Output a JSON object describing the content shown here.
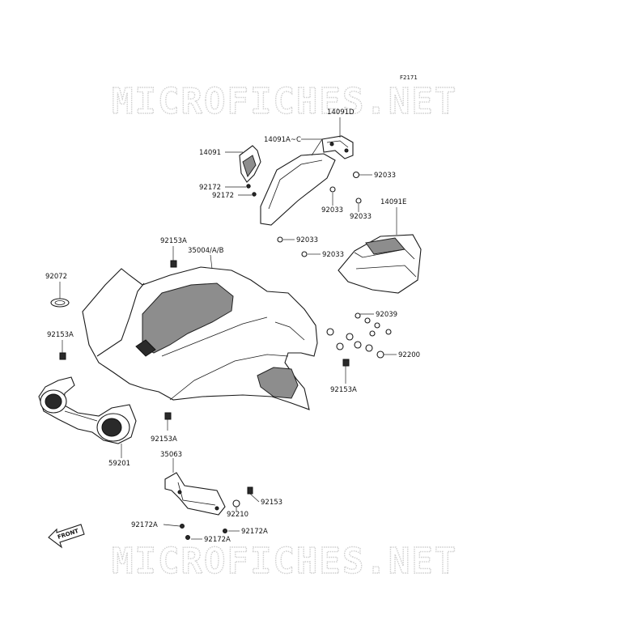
{
  "figure_code": "F2171",
  "watermark": "MICROFICHES.NET",
  "front_marker": "FRONT",
  "labels": {
    "p14091D": "14091D",
    "p14091AC": "14091A~C",
    "p14091": "14091",
    "p92033_a": "92033",
    "p92172_a": "92172",
    "p92172_b": "92172",
    "p92033_b": "92033",
    "p92033_c": "92033",
    "p14091E": "14091E",
    "p92033_d": "92033",
    "p92153A_a": "92153A",
    "p35004": "35004/A/B",
    "p92033_e": "92033",
    "p92072": "92072",
    "p92039": "92039",
    "p92153A_b": "92153A",
    "p92200": "92200",
    "p92153A_c": "92153A",
    "p92153A_d": "92153A",
    "p59201": "59201",
    "p35063": "35063",
    "p92153": "92153",
    "p92210": "92210",
    "p92172A_a": "92172A",
    "p92172A_b": "92172A",
    "p92172A_c": "92172A"
  }
}
